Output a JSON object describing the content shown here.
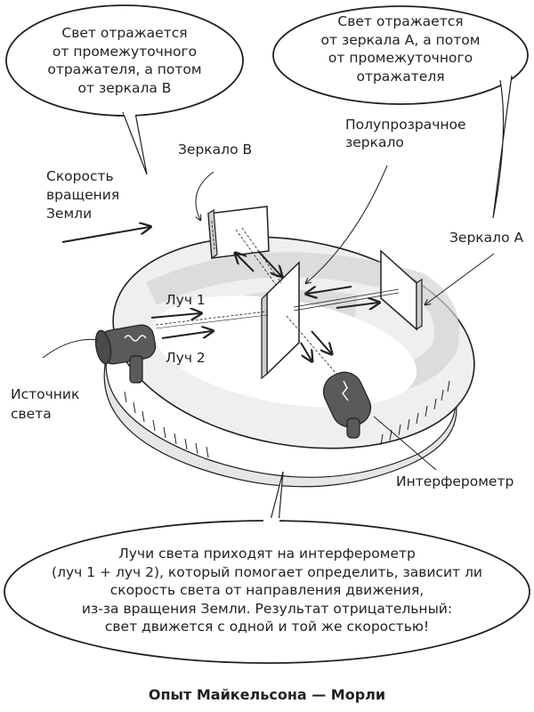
{
  "bubbles": {
    "top_left": {
      "lines": [
        "Свет отражается",
        "от промежуточного",
        "отражателя, а потом",
        "от зеркала В"
      ]
    },
    "top_right": {
      "lines": [
        "Свет отражается",
        "от зеркала А, а потом",
        "от промежуточного",
        "отражателя"
      ]
    },
    "bottom": {
      "lines": [
        "Лучи света приходят на интерферометр",
        "(луч 1 + луч 2), который помогает определить, зависит ли",
        "скорость света от направления движения,",
        "из-за вращения Земли. Результат отрицательный:",
        "свет движется с одной и той же скоростью!"
      ]
    }
  },
  "labels": {
    "mirror_b": "Зеркало В",
    "semi_transparent_mirror": [
      "Полупрозрачное",
      "зеркало"
    ],
    "mirror_a": "Зеркало А",
    "earth_rotation": [
      "Скорость",
      "вращения",
      "Земли"
    ],
    "beam_1": "Луч 1",
    "beam_2": "Луч 2",
    "light_source": [
      "Источник",
      "света"
    ],
    "interferometer": "Интерферометр"
  },
  "caption": "Опыт Майкельсона — Морли",
  "colors": {
    "ink": "#231f20",
    "platform_shadow": "#d9d9d9",
    "device_body": "#5a5a5a"
  }
}
